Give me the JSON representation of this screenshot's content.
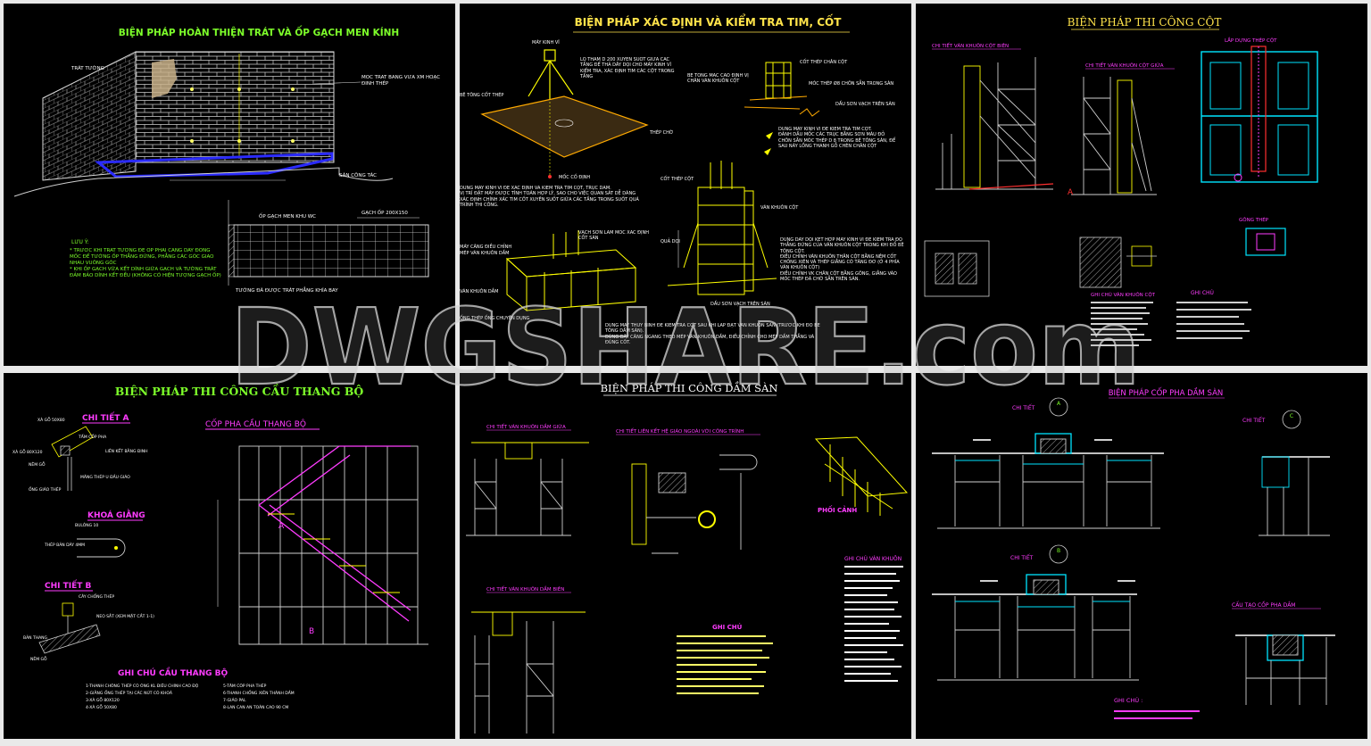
{
  "watermark": "DWGSHARE.com",
  "colors": {
    "panel_bg": "#000000",
    "gutter": "#e9e9e9",
    "title_green": "#7dff2a",
    "title_yellow": "#ffe34a",
    "label_white": "#ffffff",
    "line_yellow": "#ffff00",
    "line_magenta": "#ff3cff",
    "line_cyan": "#00e5ff",
    "line_red": "#ff3030",
    "line_green": "#39ff39",
    "line_blue": "#2b2bff",
    "line_gray": "#cfcfcf"
  },
  "panels": [
    {
      "title": "BIỆN PHÁP HOÀN THIỆN TRÁT VÀ ỐP GẠCH MEN KÍNH",
      "labels": [
        "TRÁT TƯỜNG",
        "MỐC TRÁT BẰNG VỮA XM HOẶC ĐINH THÉP",
        "SÀN CÔNG TÁC",
        "ỐP GẠCH MEN KHU WC",
        "GẠCH ỐP 200X150",
        "LƯU Ý:",
        "* TRƯỚC KHI TRÁT TƯỜNG ĐỂ ỐP PHẢI CĂNG DÂY ĐÓNG MỐC ĐỂ TƯỜNG ỐP THẲNG ĐỨNG, PHẲNG CÁC GÓC GIAO NHAU VUÔNG GÓC",
        "* KHI ỐP GẠCH VỮA KẾT DÍNH GIỮA GẠCH VÀ TƯỜNG TRÁT ĐẢM BẢO DÍNH KẾT ĐỀU (KHÔNG CÓ HIỆN TƯỢNG GẠCH ỐP)",
        "TƯỜNG ĐÃ ĐƯỢC TRÁT PHẲNG KHÍA BAY"
      ]
    },
    {
      "title": "BIỆN PHÁP XÁC ĐỊNH VÀ KIỂM TRA TIM, CỐT",
      "labels": [
        "MÁY KINH VĨ",
        "LỖ THĂM D 200 XUYÊN SUỐT GIỮA CÁC TẦNG ĐỂ THẢ DÂY DỌI CHO MÁY KINH VĨ KIỂM TRA, XÁC ĐỊNH TIM CÁC CỘT TRONG TẦNG",
        "BÊ TÔNG CỐT THÉP",
        "THÉP CHỜ",
        "MỐC CỐ ĐỊNH",
        "CỐT THÉP CHÂN CỘT",
        "BÊ TÔNG MÁC CAO ĐỊNH VỊ CHÂN VÁN KHUÔN CỘT",
        "MÓC THÉP Ø8 CHÔN SẴN TRONG SÀN",
        "DẤU SƠN VẠCH TRÊN SÀN",
        "DÙNG MÁY KINH VĨ ĐỂ KIỂM TRA TIM CỘT.",
        "ĐÁNH DẤU MỐC CÁC TRỤC BẰNG SƠN MÀU ĐỎ",
        "CHÔN SẴN MÓC THÉP D 8 TRONG BÊ TÔNG SÀN, ĐỂ SAU NÀY LỒNG THANH GỖ CHÈN CHÂN CỘT",
        "CỐT THÉP CỘT",
        "VÁN KHUÔN CỘT",
        "DÙNG MÁY KINH VĨ ĐỂ XÁC ĐỊNH VÀ KIỂM TRA TIM CỘT, TRỤC DẦM.",
        "VỊ TRÍ ĐẶT MÁY ĐƯỢC TÍNH TOÁN HỢP LÝ, SAO CHO VIỆC QUAN SÁT DỄ DÀNG XÁC ĐỊNH CHÍNH XÁC TIM CỐT XUYÊN SUỐT GIỮA CÁC TẦNG TRONG SUỐT QUÁ TRÌNH THI CÔNG.",
        "MÁY CĂNG ĐIỀU CHỈNH",
        "MÉP VÁN KHUÔN DẦM",
        "VẠCH SƠN LÀM MỐC XÁC ĐỊNH CỐT SÀN",
        "QUẢ DỌI",
        "DẤU SƠN VẠCH TRÊN SÀN",
        "DÙNG DÂY DỌI KẾT HỢP MÁY KINH VĨ ĐỂ KIỂM TRA ĐỘ THẲNG ĐỨNG CỦA VÁN KHUÔN CỘT TRONG KHI ĐỔ BÊ TÔNG CỘT.",
        "ĐIỀU CHỈNH VÁN KHUÔN THÂN CỘT BẰNG NÊM CỐT CHỐNG XIÊN VÀ THÉP GIẰNG CÓ TĂNG ĐƠ (Ở 4 PHÍA VÁN KHUÔN CỘT)",
        "ĐIỀU CHỈNH VK CHÂN CỘT BẰNG GÔNG, GIẰNG VÀO MÓC THÉP ĐÃ CHỜ SẴN TRÊN SÀN.",
        "VÁN KHUÔN DẦM",
        "ỐNG THÉP ỐNG CHUYÊN DỤNG",
        "DÙNG MÁY THỦY BÌNH ĐỂ KIỂM TRA CỐT SAU KHI LẮP ĐẶT VÁN KHUÔN SÀN (TRƯỚC KHI ĐỔ BÊ TÔNG DẦM SÀN).",
        "DÙNG DÂY CĂNG NGANG THEO MÉP VÁN KHUÔN DẦM, ĐIỀU CHỈNH CHO MÉP DẦM THẲNG VÀ ĐÚNG CỐT."
      ]
    },
    {
      "title": "BIỆN PHÁP THI CÔNG CỘT",
      "labels": [
        "CHI TIẾT VÁN KHUÔN CỘT BIÊN",
        "CHI TIẾT VÁN KHUÔN CỘT GIỮA",
        "LẮP DỰNG THÉP CỘT",
        "A",
        "GÔNG THÉP",
        "GHI CHÚ VÁN KHUÔN CỘT",
        "GHI CHÚ"
      ]
    },
    {
      "title": "BIỆN PHÁP THI CÔNG CẦU THANG BỘ",
      "labels": [
        "CHI TIẾT A",
        "CỐP PHA CẦU THANG BỘ",
        "XÀ GỖ 50X80",
        "TẤM CỐP PHA",
        "LIÊN KẾT BẰNG ĐINH",
        "XÀ GỖ 80X120",
        "NÊM GỖ",
        "MĂNG THÉP U ĐẦU GIÁO",
        "ỐNG GIÁO THÉP",
        "KHOÁ GIẰNG",
        "BULÔNG 10",
        "THÉP BẢN DÀY 4MM",
        "CHI TIẾT B",
        "CÂY CHỐNG THÉP",
        "NEO SẮT (XEM MẶT CẮT 1-1)",
        "BẢN THANG",
        "NÊM GỖ",
        "A",
        "B",
        "GHI CHÚ CẦU THANG BỘ",
        "1-THANH CHỐNG THÉP CÓ ỐNG KL ĐIỀU CHỈNH CAO ĐỘ",
        "2-GIẰNG ỐNG THÉP TẠI CÁC NÚT CÓ KHOÁ",
        "3-XÀ GỖ 80X120",
        "4-XÀ GỖ 50X80",
        "5-TẤM CỐP PHA THÉP",
        "6-THANH CHỐNG XIÊN THÀNH DẦM",
        "7-GIÁO PAL",
        "8-LAN CAN AN TOÀN CAO 90 CM"
      ]
    },
    {
      "title": "BIỆN PHÁP THI CÔNG DẦM SÀN",
      "labels": [
        "CHI TIẾT VÁN KHUÔN DẦM GIỮA",
        "CHI TIẾT LIÊN KẾT HỆ GIÁO NGOÀI VỚI CÔNG TRÌNH",
        "PHỐI CẢNH",
        "CHI TIẾT VÁN KHUÔN DẦM BIÊN",
        "GHI CHÚ",
        "GHI CHÚ VÁN KHUÔN"
      ]
    },
    {
      "title": "BIỆN PHÁP CỐP PHA DẦM SÀN",
      "labels": [
        "CHI TIẾT",
        "A",
        "CHI TIẾT",
        "B",
        "CHI TIẾT",
        "C",
        "CẤU TẠO CỐP PHA DẦM",
        "GHI CHÚ :"
      ]
    }
  ]
}
